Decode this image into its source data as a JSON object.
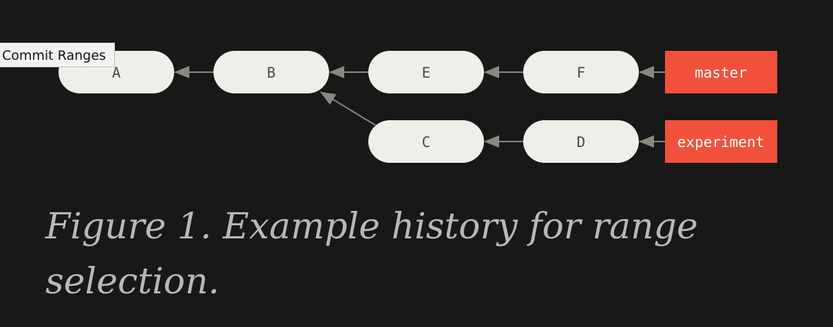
{
  "diagram": {
    "commits": [
      {
        "id": "A",
        "label": "A"
      },
      {
        "id": "B",
        "label": "B"
      },
      {
        "id": "E",
        "label": "E"
      },
      {
        "id": "F",
        "label": "F"
      },
      {
        "id": "C",
        "label": "C"
      },
      {
        "id": "D",
        "label": "D"
      }
    ],
    "branches": [
      {
        "id": "master",
        "label": "master",
        "target": "F"
      },
      {
        "id": "experiment",
        "label": "experiment",
        "target": "D"
      }
    ],
    "edges": [
      {
        "from": "B",
        "to": "A"
      },
      {
        "from": "E",
        "to": "B"
      },
      {
        "from": "F",
        "to": "E"
      },
      {
        "from": "C",
        "to": "B"
      },
      {
        "from": "D",
        "to": "C"
      },
      {
        "from": "master",
        "to": "F"
      },
      {
        "from": "experiment",
        "to": "D"
      }
    ],
    "colors": {
      "background": "#181818",
      "commit_fill": "#efeee8",
      "commit_text": "#4a4a46",
      "branch_fill": "#f1513a",
      "branch_text": "#ffffff",
      "arrow": "#8c8780"
    }
  },
  "caption": "Figure 1. Example history for range selection.",
  "tooltip": "Commit Ranges"
}
